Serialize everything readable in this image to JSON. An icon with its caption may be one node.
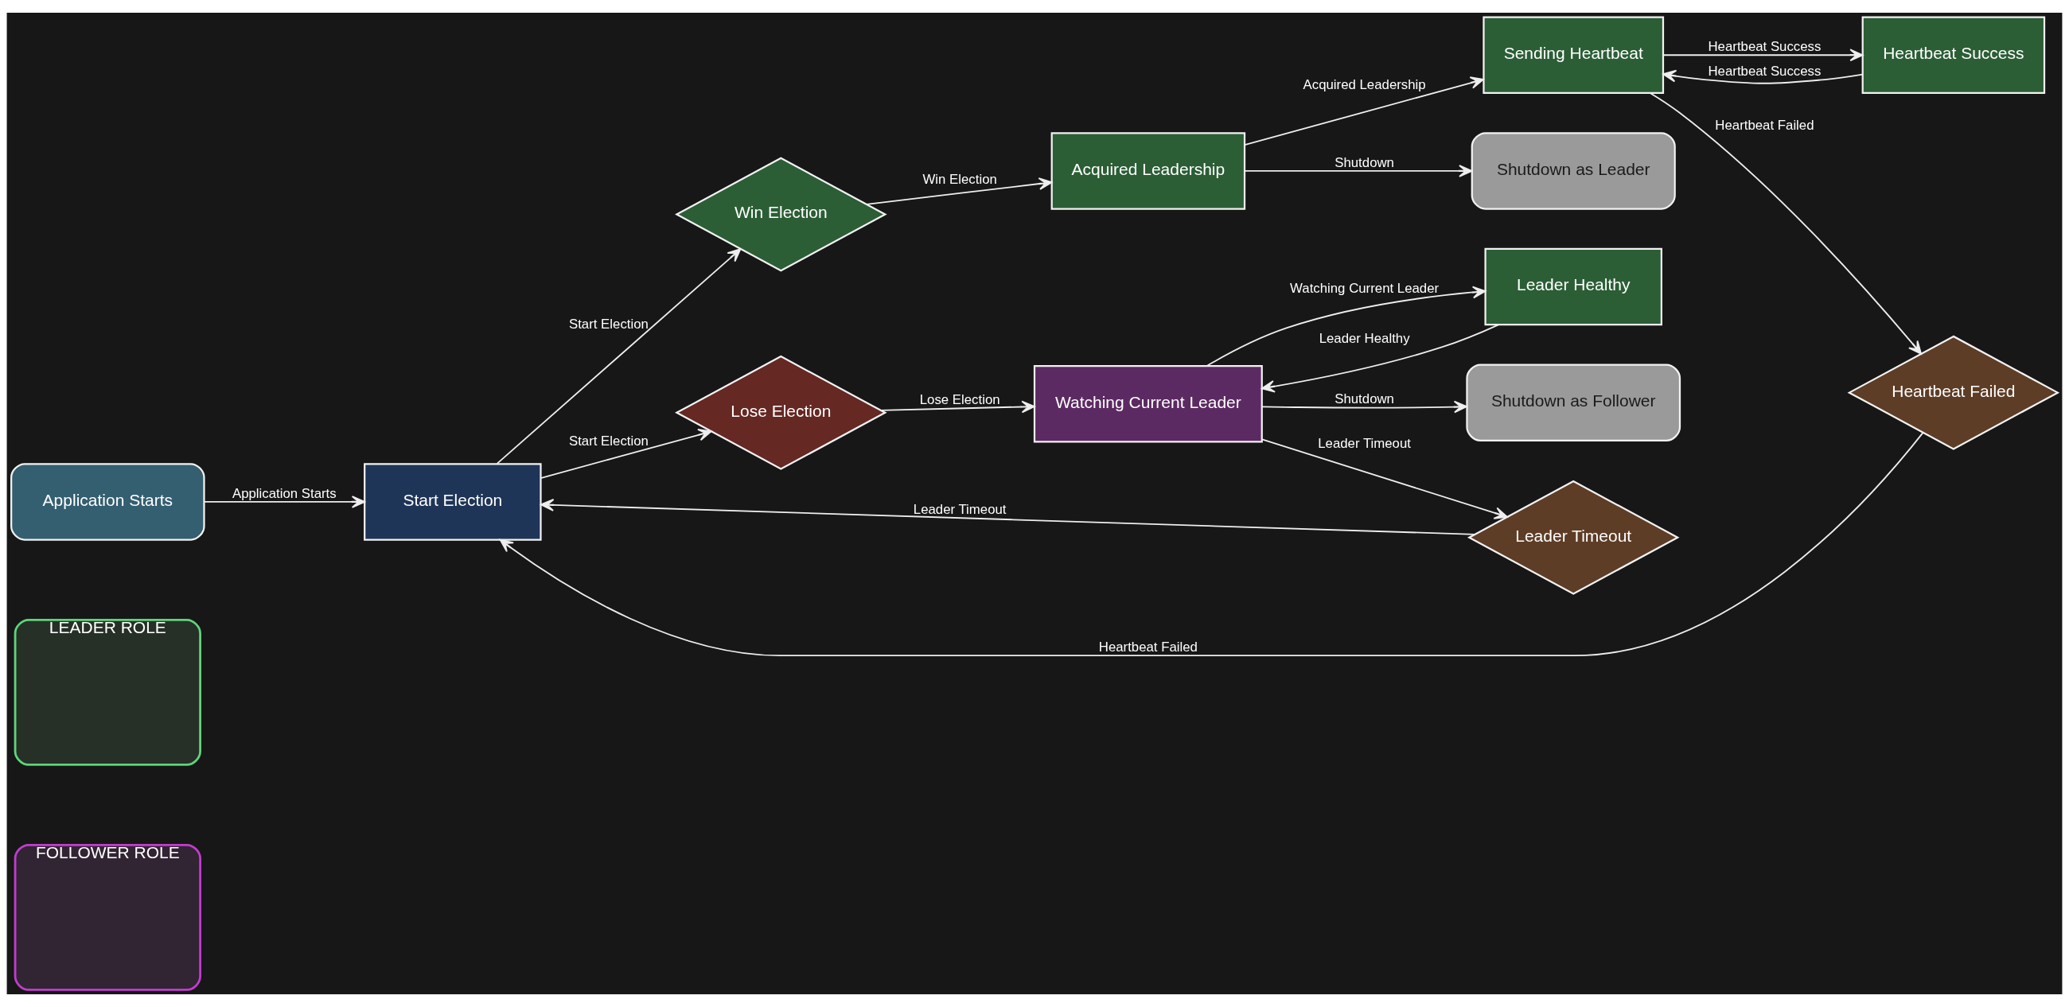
{
  "diagram": {
    "nodes": [
      {
        "text": [
          "Application Starts"
        ]
      },
      {
        "text": [
          "Start Election"
        ]
      },
      {
        "text": [
          "Win Election"
        ]
      },
      {
        "text": [
          "Lose Election"
        ]
      },
      {
        "text": [
          "Acquired Leadership"
        ]
      },
      {
        "text": [
          "Watching Current Leader"
        ]
      },
      {
        "text": [
          "Sending Heartbeat"
        ]
      },
      {
        "text": [
          "Shutdown as Leader"
        ]
      },
      {
        "text": [
          "Leader Healthy"
        ]
      },
      {
        "text": [
          "Shutdown as Follower"
        ]
      },
      {
        "text": [
          "Leader Timeout"
        ]
      },
      {
        "text": [
          "Heartbeat Success"
        ]
      },
      {
        "text": [
          "Heartbeat Failed"
        ]
      },
      {
        "text": [
          "LEADER ROLE"
        ]
      },
      {
        "text": [
          "FOLLOWER ROLE"
        ]
      }
    ],
    "edges": [
      {
        "from": 0,
        "to": 1,
        "arrow": "to",
        "label": "Application Starts"
      },
      {
        "from": 1,
        "to": 2,
        "arrow": "to",
        "label": "Start Election"
      },
      {
        "from": 1,
        "to": 3,
        "arrow": "to",
        "label": "Start Election"
      },
      {
        "from": 2,
        "to": 4,
        "arrow": "to",
        "label": "Win Election"
      },
      {
        "from": 3,
        "to": 5,
        "arrow": "to",
        "label": "Lose Election"
      },
      {
        "from": 4,
        "to": 6,
        "arrow": "to",
        "label": "Acquired Leadership"
      },
      {
        "from": 4,
        "to": 7,
        "arrow": "to",
        "label": "Shutdown"
      },
      {
        "from": 5,
        "to": 8,
        "arrow": "to",
        "label": "Watching Current Leader"
      },
      {
        "from": 8,
        "to": 5,
        "arrow": "to",
        "label": "Leader Healthy"
      },
      {
        "from": 5,
        "to": 9,
        "arrow": "to",
        "label": "Shutdown"
      },
      {
        "from": 5,
        "to": 10,
        "arrow": "to",
        "label": "Leader Timeout"
      },
      {
        "from": 6,
        "to": 11,
        "arrow": "to",
        "label": "Heartbeat Success"
      },
      {
        "from": 11,
        "to": 6,
        "arrow": "to",
        "label": "Heartbeat Success"
      },
      {
        "from": 6,
        "to": 12,
        "arrow": "to",
        "label": "Heartbeat Failed"
      },
      {
        "from": 10,
        "to": 1,
        "arrow": "to",
        "label": "Leader Timeout"
      },
      {
        "from": 12,
        "to": 1,
        "arrow": "to",
        "label": "Heartbeat Failed"
      }
    ]
  }
}
